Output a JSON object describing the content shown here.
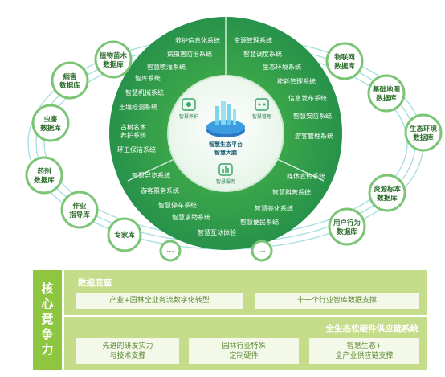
{
  "center": {
    "title_line1": "智慧生态平台",
    "title_line2": "智慧大脑",
    "icon_labels": [
      "智慧养护",
      "智慧管理",
      "智慧服务"
    ]
  },
  "ring_systems": {
    "top_left": [
      "养护信息化系统",
      "病虫害防治系统",
      "智慧喷灌系统",
      "智库系统",
      "智慧机械系统",
      "土壤检测系统",
      "古树名木",
      "养护系统",
      "环卫保洁系统"
    ],
    "top_right": [
      "资源管理系统",
      "智慧调度系统",
      "生态环境系统",
      "能耗管理系统",
      "信息发布系统",
      "智慧安防系统",
      "游客管理系统"
    ],
    "bottom_left": [
      "智慧导览系统",
      "游客票务系统",
      "智慧停车系统",
      "智慧求助系统",
      "智慧互动体验"
    ],
    "bottom_right": [
      "媒体宣传系统",
      "智慧科普系统",
      "智慧亮化系统",
      "智慧便民系统"
    ]
  },
  "databases": [
    {
      "line1": "植物苗木",
      "line2": "数据库"
    },
    {
      "line1": "病害",
      "line2": "数据库"
    },
    {
      "line1": "虫害",
      "line2": "数据库"
    },
    {
      "line1": "药剂",
      "line2": "数据库"
    },
    {
      "line1": "作业",
      "line2": "指导库"
    },
    {
      "line1": "专家库",
      "line2": ""
    },
    {
      "line1": "...",
      "line2": ""
    },
    {
      "line1": "物联网",
      "line2": "数据库"
    },
    {
      "line1": "基础地图",
      "line2": "数据库"
    },
    {
      "line1": "生态环境",
      "line2": "数据库"
    },
    {
      "line1": "资源标本",
      "line2": "数据库"
    },
    {
      "line1": "用户行为",
      "line2": "数据库"
    },
    {
      "line1": "...",
      "line2": ""
    }
  ],
  "bottom": {
    "core_label": "核心竞争力",
    "data_section": {
      "title": "数据底座",
      "items": [
        "产业+园林全业务流数字化转型",
        "十一个行业智库数据支撑"
      ]
    },
    "supply_section": {
      "title": "全生态软硬件供应链系统",
      "items": [
        {
          "line1": "先进的研发实力",
          "line2": "与技术支撑"
        },
        {
          "line1": "园林行业特殊",
          "line2": "定制硬件"
        },
        {
          "line1": "智慧生态+",
          "line2": "全产业供应链支撑"
        }
      ]
    }
  },
  "colors": {
    "ring_dark": "#2e9b4e",
    "ring_light": "#6cc24a",
    "db_border": "#7cc576",
    "orbit": "#a9dfe0",
    "panel": "#c5dd8a",
    "core": "#8fc641"
  }
}
